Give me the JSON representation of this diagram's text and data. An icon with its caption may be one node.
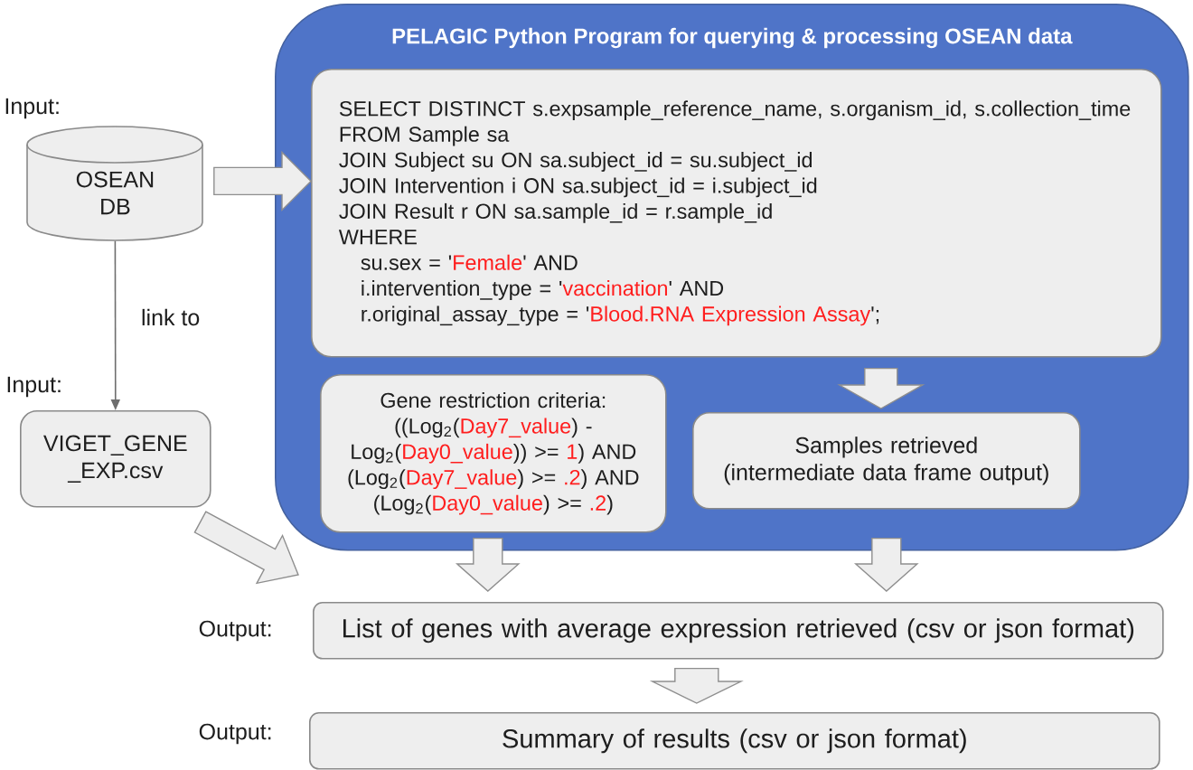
{
  "diagram": {
    "nodes": [
      {
        "text": [
          "OSEAN DB"
        ],
        "beside": [
          "Input:"
        ]
      },
      {
        "text": [
          "VIGET_GENE _EXP.csv"
        ],
        "beside": [
          "Input:"
        ]
      },
      {
        "text": [
          "PELAGIC Python Program for querying & processing OSEAN data"
        ]
      },
      {
        "text": [
          "SELECT DISTINCT s.expsample_reference_name, s.organism_id, s.collection_time",
          "FROM Sample sa",
          "JOIN Subject su ON sa.subject_id = su.subject_id",
          "JOIN Intervention i ON sa.subject_id = i.subject_id",
          "JOIN Result r ON sa.sample_id = r.sample_id",
          "WHERE",
          "su.sex = 'Female' AND",
          "i.intervention_type = 'vaccination' AND",
          "r.original_assay_type = 'Blood.RNA Expression Assay';"
        ],
        "in": 2
      },
      {
        "text": [
          "Gene restriction criteria:",
          "((Log$_{2}$(Day7_value) - Log$_{2}$(Day0_value)) >= 1) AND (Log$_{2}$(Day7_value) >= .2) AND (Log$_{2}$(Day0_value) >= .2)"
        ],
        "in": 2
      },
      {
        "text": [
          "Samples retrieved",
          "(intermediate data frame output)"
        ],
        "in": 2
      },
      {
        "text": [
          "List of genes with average expression retrieved (csv or json format)"
        ],
        "beside": [
          "Output:"
        ]
      },
      {
        "text": [
          "Summary of results (csv or json format)"
        ],
        "beside": [
          "Output:"
        ]
      }
    ],
    "edges": [
      {
        "from": 0,
        "to": 3,
        "arrow": "to",
        "style": "thick"
      },
      {
        "from": 0,
        "to": 1,
        "arrow": "to",
        "label": "link to"
      },
      {
        "from": 1,
        "to": 6,
        "arrow": "to",
        "style": "thick"
      },
      {
        "from": 3,
        "to": 5,
        "arrow": "to",
        "style": "thick"
      },
      {
        "from": 4,
        "to": 6,
        "arrow": "to",
        "style": "thick"
      },
      {
        "from": 5,
        "to": 6,
        "arrow": "to",
        "style": "thick"
      },
      {
        "from": 6,
        "to": 7,
        "arrow": "to",
        "style": "thick"
      }
    ]
  }
}
